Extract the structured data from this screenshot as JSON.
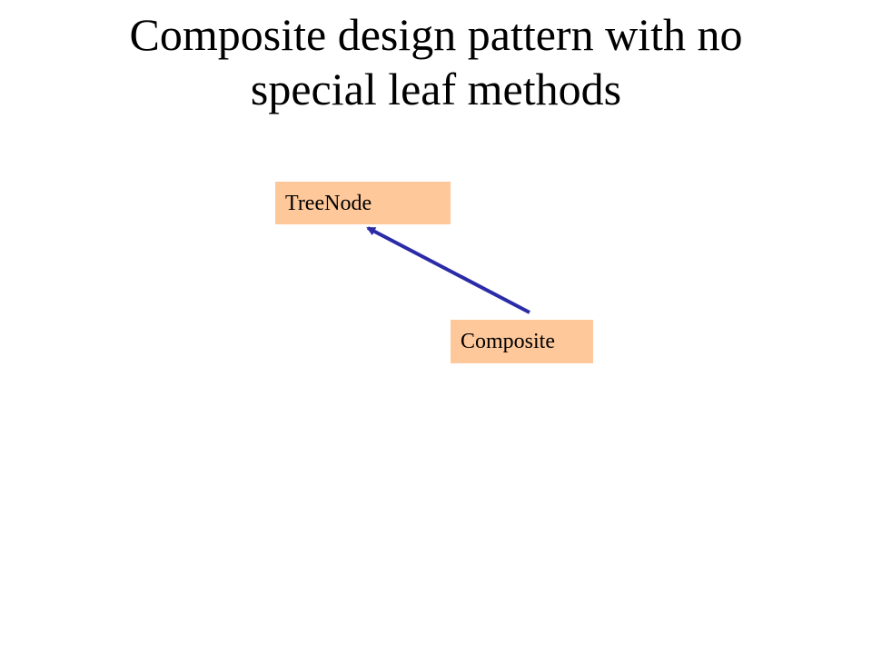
{
  "title": {
    "line1": "Composite design pattern with no",
    "line2": "special leaf methods"
  },
  "nodes": {
    "treenode": {
      "label": "TreeNode"
    },
    "composite": {
      "label": "Composite"
    }
  },
  "edges": [
    {
      "from": "composite",
      "to": "treenode",
      "kind": "inheritance-arrow"
    }
  ],
  "colors": {
    "box_fill": "#FFC89A",
    "arrow": "#2B2BA8",
    "text": "#000000",
    "background": "#FFFFFF"
  }
}
